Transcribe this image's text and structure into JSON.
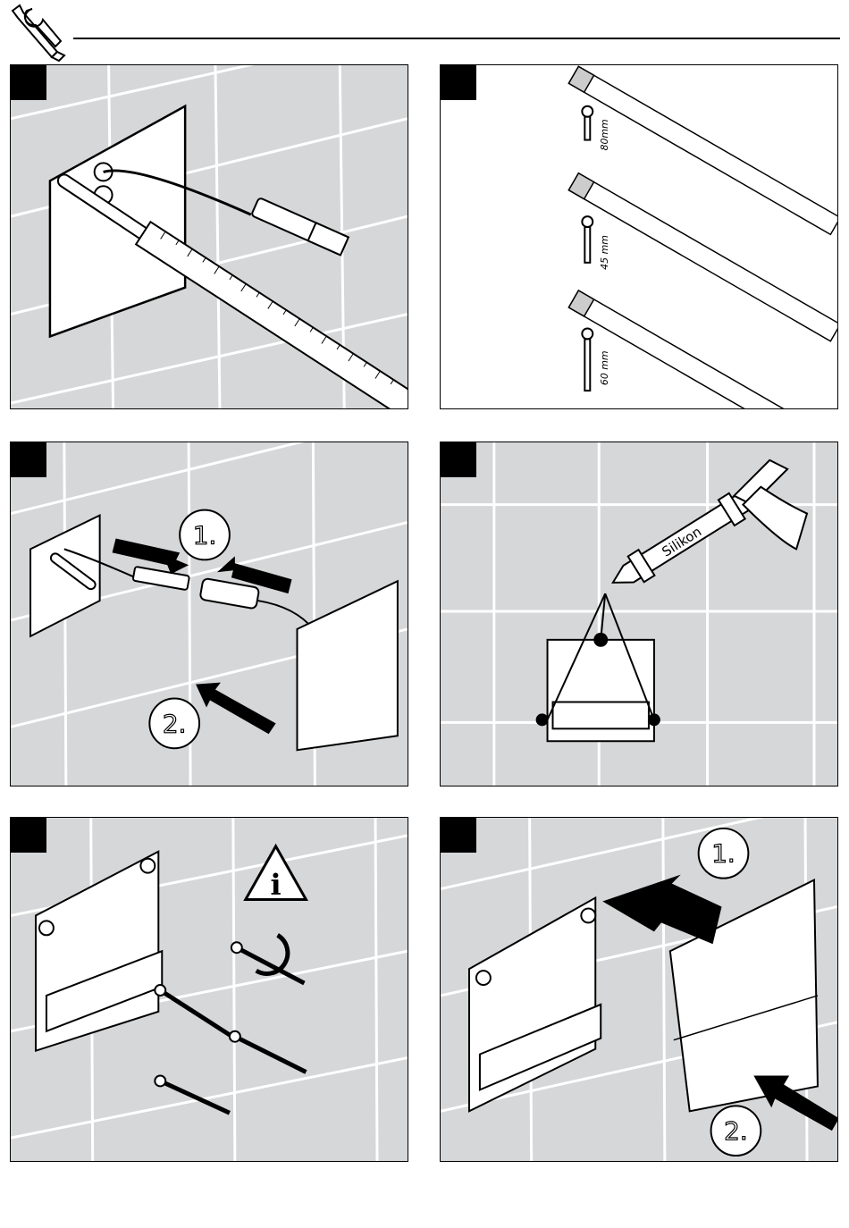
{
  "header": {
    "icon": "tools-icon"
  },
  "panels": [
    {
      "id": "p1",
      "labels": []
    },
    {
      "id": "p2",
      "labels": [
        "80mm",
        "45 mm",
        "60 mm"
      ]
    },
    {
      "id": "p3",
      "labels": [
        "1.",
        "2."
      ]
    },
    {
      "id": "p4",
      "labels": [
        "Silikon"
      ]
    },
    {
      "id": "p5",
      "labels": [],
      "icon": "info-warning-icon"
    },
    {
      "id": "p6",
      "labels": [
        "1.",
        "2."
      ]
    }
  ],
  "ruler_ticks": [
    "1",
    "2",
    "3",
    "4",
    "5",
    "6",
    "7",
    "8",
    "9",
    "10",
    "11",
    "12",
    "13",
    "14",
    "15",
    "16",
    "17",
    "18"
  ]
}
